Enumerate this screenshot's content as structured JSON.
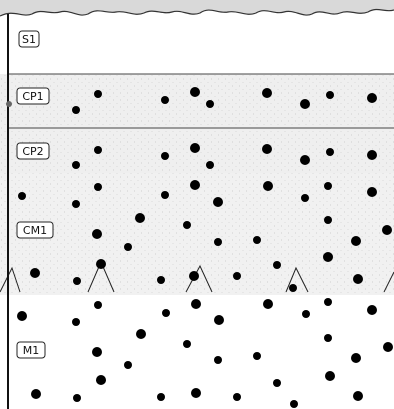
{
  "layers": [
    {
      "id": "S1",
      "label": "S1",
      "fill": "#ffffff",
      "dotted": false
    },
    {
      "id": "CP1",
      "label": "CP1",
      "fill": "#efefef",
      "dotted": true
    },
    {
      "id": "CP2",
      "label": "CP2",
      "fill": "#efefef",
      "dotted": true
    },
    {
      "id": "CM1",
      "label": "CM1",
      "fill": "#f1f1f1",
      "dotted": true
    },
    {
      "id": "M1",
      "label": "M1",
      "fill": "#ffffff",
      "dotted": true
    }
  ],
  "colors": {
    "background": "#ffffff",
    "torn_edge": "#d9d9d9",
    "boundary_line": "#444444",
    "left_rule": "#111111",
    "dot": "#000000"
  }
}
